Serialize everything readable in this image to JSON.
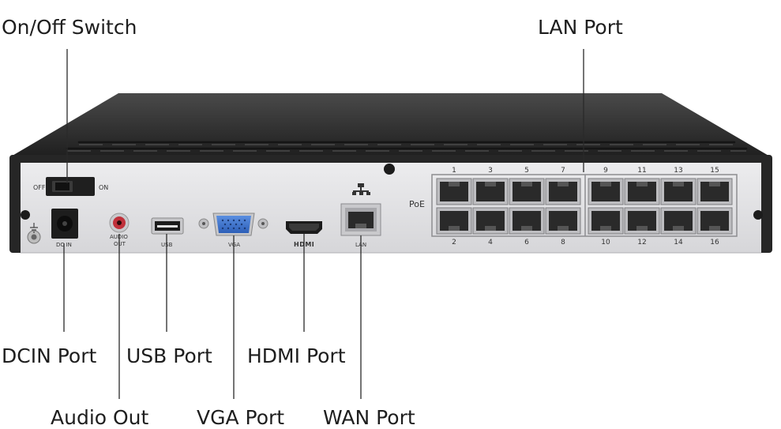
{
  "callouts": {
    "on_off_switch": "On/Off Switch",
    "lan_port": "LAN Port",
    "dcin_port": "DCIN Port",
    "usb_port": "USB Port",
    "hdmi_port": "HDMI Port",
    "audio_out": "Audio Out",
    "vga_port": "VGA Port",
    "wan_port": "WAN Port"
  },
  "panel": {
    "switch_off": "OFF",
    "switch_on": "ON",
    "dc_in": "DC IN",
    "audio_line1": "AUDIO",
    "audio_line2": "OUT",
    "usb": "USB",
    "vga": "VGA",
    "hdmi": "HDMI",
    "lan": "LAN",
    "poe": "PoE",
    "top_port_numbers": [
      "1",
      "3",
      "5",
      "7",
      "9",
      "11",
      "13",
      "15"
    ],
    "bottom_port_numbers": [
      "2",
      "4",
      "6",
      "8",
      "10",
      "12",
      "14",
      "16"
    ]
  },
  "colors": {
    "chassis": "#2b2b2b",
    "panel": "#e4e4e6",
    "vga_blue": "#3b6fc9",
    "audio_red": "#c0303a",
    "text": "#1e1e1e"
  }
}
